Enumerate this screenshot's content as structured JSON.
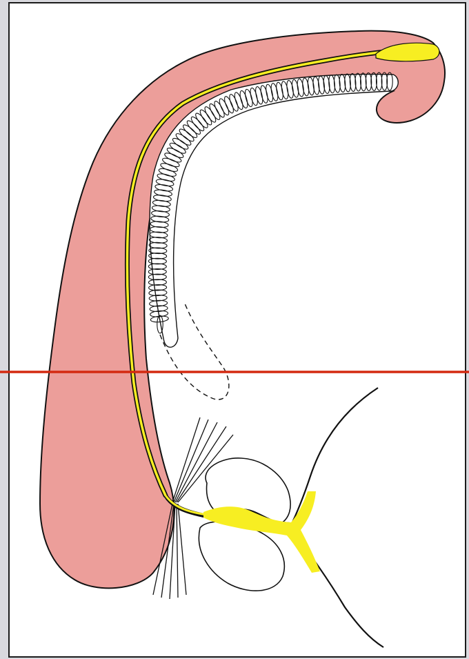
{
  "diagram": {
    "colors": {
      "background": "#ffffff",
      "frame": "#1a1a1a",
      "page_margin": "#d9d9de",
      "tissue_fill": "#ec9e9a",
      "nerve": "#f7ee22",
      "outline": "#111111",
      "section_line": "#d42a10"
    },
    "parts": [
      "pink-tissue",
      "yellow-nerve",
      "coiled-tube",
      "dashed-outline",
      "lobed-structure",
      "nerve-fibers",
      "curved-outline",
      "red-section-line"
    ]
  }
}
